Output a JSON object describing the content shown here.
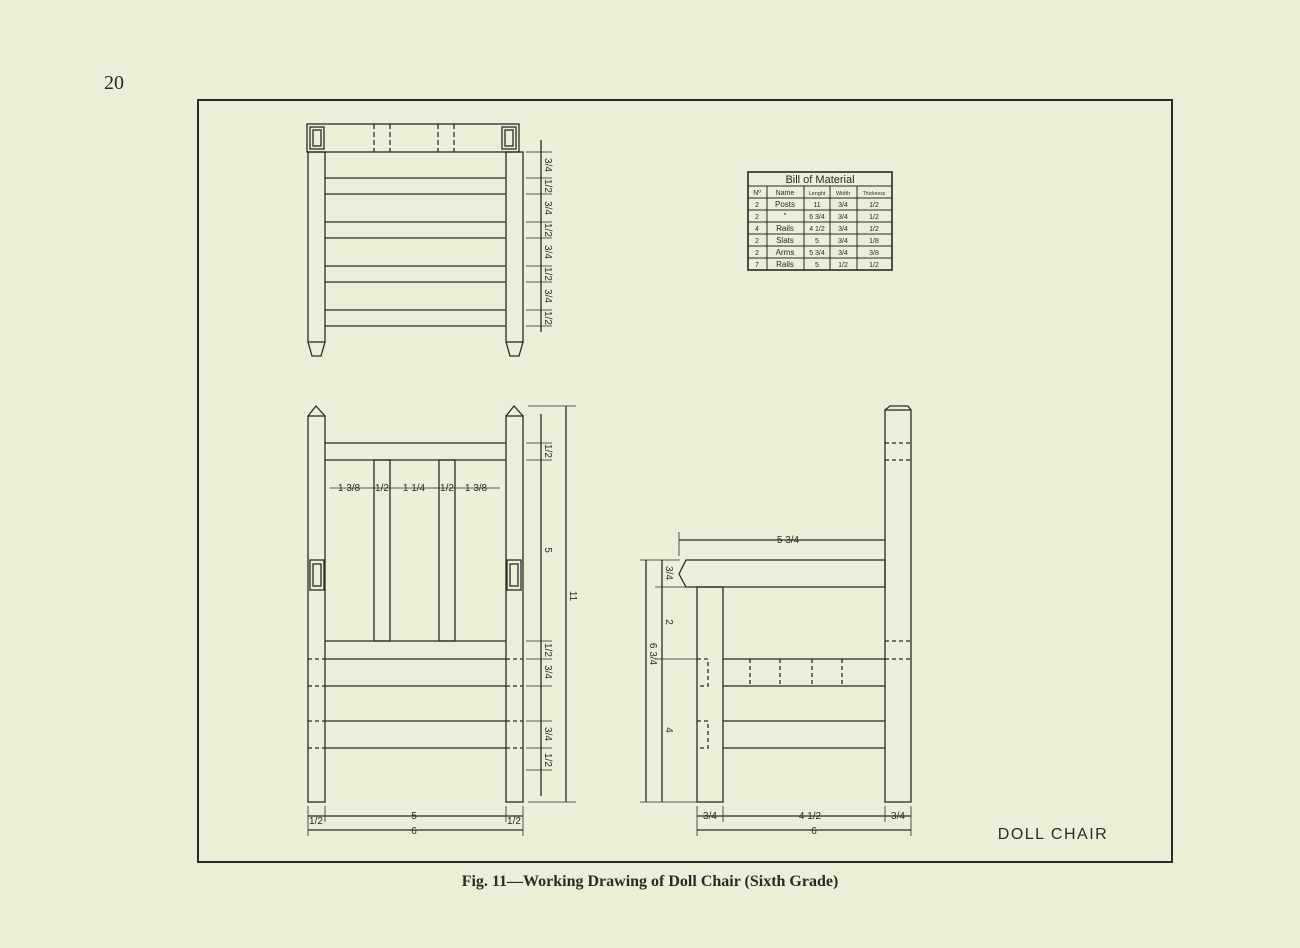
{
  "page_number": "20",
  "drawing_title": "DOLL CHAIR",
  "caption": "Fig. 11—Working Drawing of Doll Chair (Sixth Grade)",
  "bill_of_material": {
    "title": "Bill of Material",
    "headers": [
      "Nº",
      "Name",
      "Lenght",
      "Width",
      "Thickness"
    ],
    "rows": [
      [
        "2",
        "Posts",
        "11",
        "3/4",
        "1/2"
      ],
      [
        "2",
        "\"",
        "6 3/4",
        "3/4",
        "1/2"
      ],
      [
        "4",
        "Rails",
        "4 1/2",
        "3/4",
        "1/2"
      ],
      [
        "2",
        "Slats",
        "5",
        "3/4",
        "1/8"
      ],
      [
        "2",
        "Arms",
        "5 3/4",
        "3/4",
        "3/8"
      ],
      [
        "7",
        "Rails",
        "5",
        "1/2",
        "1/2"
      ]
    ]
  },
  "dimensions": {
    "top_view": [
      "3/4",
      "1/2",
      "3/4",
      "1/2",
      "3/4",
      "1/2",
      "3/4",
      "1/2"
    ],
    "front_spacing": [
      "1 3/8",
      "1/2",
      "1 1/4",
      "1/2",
      "1 3/8"
    ],
    "front_right": [
      "1/2",
      "5",
      "1/2",
      "3/4",
      "3/4",
      "1/2"
    ],
    "front_height": "11",
    "front_bottom_inner": "5",
    "front_bottom_outer": "6",
    "front_post_left": "1/2",
    "front_post_right": "1/2",
    "side_arm_length": "5 3/4",
    "side_left": [
      "3/4",
      "2",
      "4"
    ],
    "side_height": "6 3/4",
    "side_bottom_left": "3/4",
    "side_bottom_mid": "4 1/2",
    "side_bottom_right": "3/4",
    "side_bottom_overall": "6"
  }
}
